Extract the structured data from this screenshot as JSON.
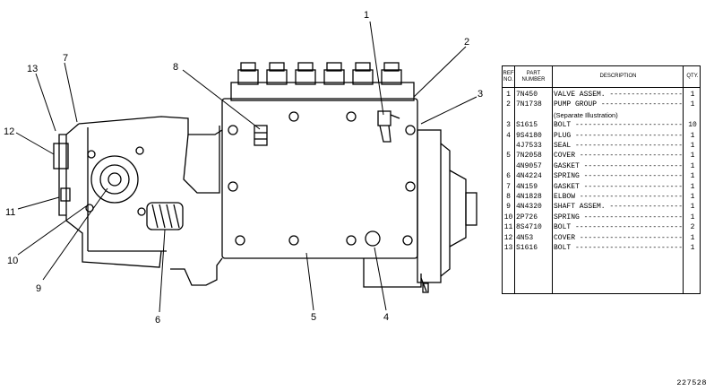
{
  "table": {
    "headers": {
      "ref": "REF NO.",
      "part": "PART NUMBER",
      "description": "DESCRIPTION",
      "qty": "QTY."
    },
    "rows": [
      {
        "ref": "1",
        "part": "7N450",
        "description": "VALVE ASSEM.",
        "qty": "1"
      },
      {
        "ref": "2",
        "part": "7N1738",
        "description": "PUMP GROUP",
        "qty": "1"
      },
      {
        "ref": "",
        "part": "",
        "description": "(Separate Illustration)",
        "qty": ""
      },
      {
        "ref": "3",
        "part": "S1615",
        "description": "BOLT",
        "qty": "10"
      },
      {
        "ref": "4",
        "part": "9S4180",
        "description": "PLUG",
        "qty": "1"
      },
      {
        "ref": "",
        "part": "4J7533",
        "description": "SEAL",
        "qty": "1"
      },
      {
        "ref": "5",
        "part": "7N2058",
        "description": "COVER",
        "qty": "1"
      },
      {
        "ref": "",
        "part": "4N9057",
        "description": "GASKET",
        "qty": "1"
      },
      {
        "ref": "6",
        "part": "4N4224",
        "description": "SPRING",
        "qty": "1"
      },
      {
        "ref": "7",
        "part": "4N159",
        "description": "GASKET",
        "qty": "1"
      },
      {
        "ref": "8",
        "part": "4N1828",
        "description": "ELBOW",
        "qty": "1"
      },
      {
        "ref": "9",
        "part": "4N4320",
        "description": "SHAFT ASSEM.",
        "qty": "1"
      },
      {
        "ref": "10",
        "part": "2P726",
        "description": "SPRING",
        "qty": "1"
      },
      {
        "ref": "11",
        "part": "8S4710",
        "description": "BOLT",
        "qty": "2"
      },
      {
        "ref": "12",
        "part": "4N53",
        "description": "COVER",
        "qty": "1"
      },
      {
        "ref": "13",
        "part": "S1616",
        "description": "BOLT",
        "qty": "1"
      }
    ]
  },
  "callouts": [
    "1",
    "2",
    "3",
    "4",
    "5",
    "6",
    "7",
    "8",
    "9",
    "10",
    "11",
    "12",
    "13"
  ],
  "drawing_number": "227528"
}
